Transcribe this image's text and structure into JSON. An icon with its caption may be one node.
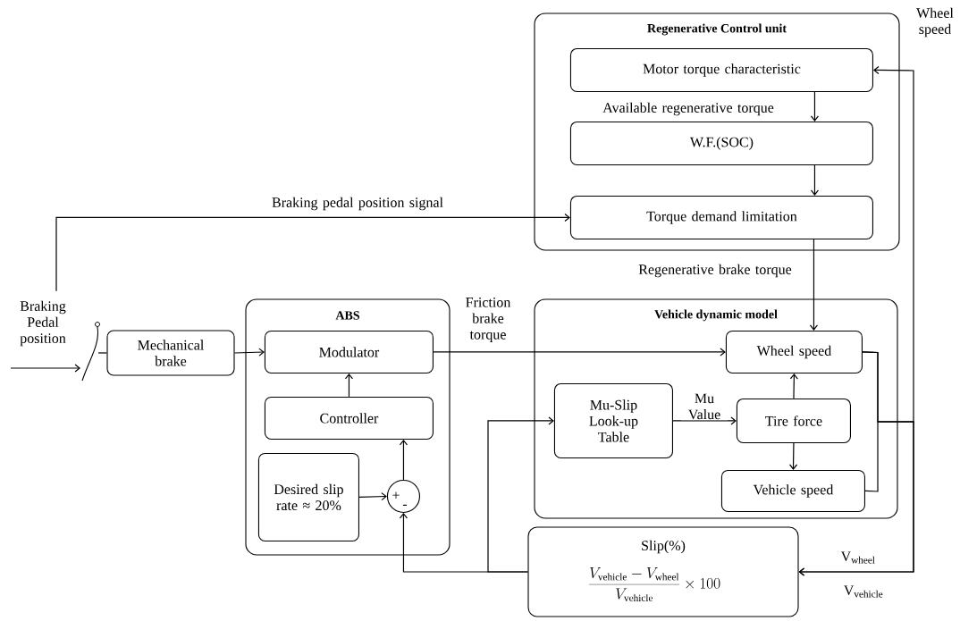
{
  "diagram": {
    "nodes": [
      {
        "text": [
          "Regenerative Control unit"
        ]
      },
      {
        "text": [
          "Motor torque characteristic"
        ],
        "in": 0
      },
      {
        "text": [
          "W.F.(SOC)"
        ],
        "in": 0
      },
      {
        "text": [
          "Torque demand limitation"
        ],
        "in": 0
      },
      {
        "text": [
          "Braking Pedal position"
        ]
      },
      {
        "text": [],
        "shape": "picture"
      },
      {
        "text": [
          "Mechanical brake"
        ]
      },
      {
        "text": [
          "ABS"
        ]
      },
      {
        "text": [
          "Modulator"
        ],
        "in": 7
      },
      {
        "text": [
          "Controller"
        ],
        "in": 7
      },
      {
        "text": [
          "Desired slip rate ≈ 20%"
        ],
        "in": 7
      },
      {
        "text": [
          "+",
          "-"
        ],
        "in": 7
      },
      {
        "text": [
          "Vehicle dynamic model"
        ]
      },
      {
        "text": [
          "Wheel speed"
        ],
        "in": 12
      },
      {
        "text": [
          "Mu-Slip Look-up Table"
        ],
        "in": 12
      },
      {
        "text": [
          "Tire force"
        ],
        "in": 12
      },
      {
        "text": [
          "Vehicle speed"
        ],
        "in": 12
      },
      {
        "text": [
          "Slip(%)",
          "\\frac{V_{\\mathrm{vehicle}}-V_{\\mathrm{wheel}}}{V_{\\mathrm{vehicle}}}\\times 100"
        ]
      }
    ],
    "edges": [
      {
        "from": 1,
        "to": 2,
        "arrow": "to",
        "label": "Available regenerative torque"
      },
      {
        "from": 2,
        "to": 3,
        "arrow": "to"
      },
      {
        "from": 4,
        "to": 3,
        "arrow": "to",
        "label": "Braking pedal position signal"
      },
      {
        "from": null,
        "to": 5,
        "arrow": "to"
      },
      {
        "from": 5,
        "to": 6,
        "arrow": "none"
      },
      {
        "from": 6,
        "to": 8,
        "arrow": "to"
      },
      {
        "from": 9,
        "to": 8,
        "arrow": "to"
      },
      {
        "from": 11,
        "to": 9,
        "arrow": "to"
      },
      {
        "from": 10,
        "to": 11,
        "arrow": "to"
      },
      {
        "from": 8,
        "to": 13,
        "arrow": "to",
        "label": "Friction brake torque"
      },
      {
        "from": 3,
        "to": 13,
        "arrow": "to",
        "label": "Regenerative brake torque"
      },
      {
        "from": 14,
        "to": 15,
        "arrow": "to",
        "label": "Mu Value"
      },
      {
        "from": 15,
        "to": 13,
        "arrow": "to"
      },
      {
        "from": 15,
        "to": 16,
        "arrow": "to"
      },
      {
        "from": 13,
        "to": 1,
        "arrow": "to",
        "label": "Wheel speed"
      },
      {
        "from": 13,
        "to": 17,
        "arrow": "to",
        "label": "V$_{wheel}$"
      },
      {
        "from": 16,
        "to": 17,
        "arrow": "to",
        "label": "V$_{vehicle}$"
      },
      {
        "from": 17,
        "to": 11,
        "arrow": "to"
      },
      {
        "from": 17,
        "to": 14,
        "arrow": "to"
      }
    ]
  }
}
